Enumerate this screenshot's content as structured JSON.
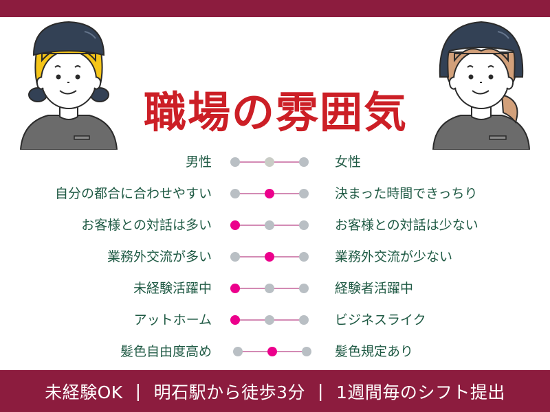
{
  "header": {
    "title": "職場の雰囲気"
  },
  "colors": {
    "brand_bar": "#8c1c3e",
    "title": "#cc1f26",
    "label_text": "#1f5a44",
    "active_dot": "#ec008c",
    "inactive_dot": "#b9bfc4",
    "scale_line": "#d38ab4"
  },
  "illustrations": {
    "left": "worker-woman-blonde-bandana-icon",
    "right": "worker-woman-brown-ponytail-bandana-icon"
  },
  "scales": [
    {
      "left": "男性",
      "right": "女性",
      "position": 1,
      "active_dot_colored": false
    },
    {
      "left": "自分の都合に合わせやすい",
      "right": "決まった時間できっちり",
      "position": 1,
      "active_dot_colored": true
    },
    {
      "left": "お客様との対話は多い",
      "right": "お客様との対話は少ない",
      "position": 0,
      "active_dot_colored": true
    },
    {
      "left": "業務外交流が多い",
      "right": "業務外交流が少ない",
      "position": 1,
      "active_dot_colored": true
    },
    {
      "left": "未経験活躍中",
      "right": "経験者活躍中",
      "position": 0,
      "active_dot_colored": true
    },
    {
      "left": "アットホーム",
      "right": "ビジネスライク",
      "position": 0,
      "active_dot_colored": true
    },
    {
      "left": "髪色自由度高め",
      "right": "髪色規定あり",
      "position": 1,
      "active_dot_colored": true
    }
  ],
  "footer": {
    "items": [
      "未経験OK",
      "明石駅から徒歩3分",
      "1週間毎のシフト提出"
    ],
    "separator": "|"
  }
}
